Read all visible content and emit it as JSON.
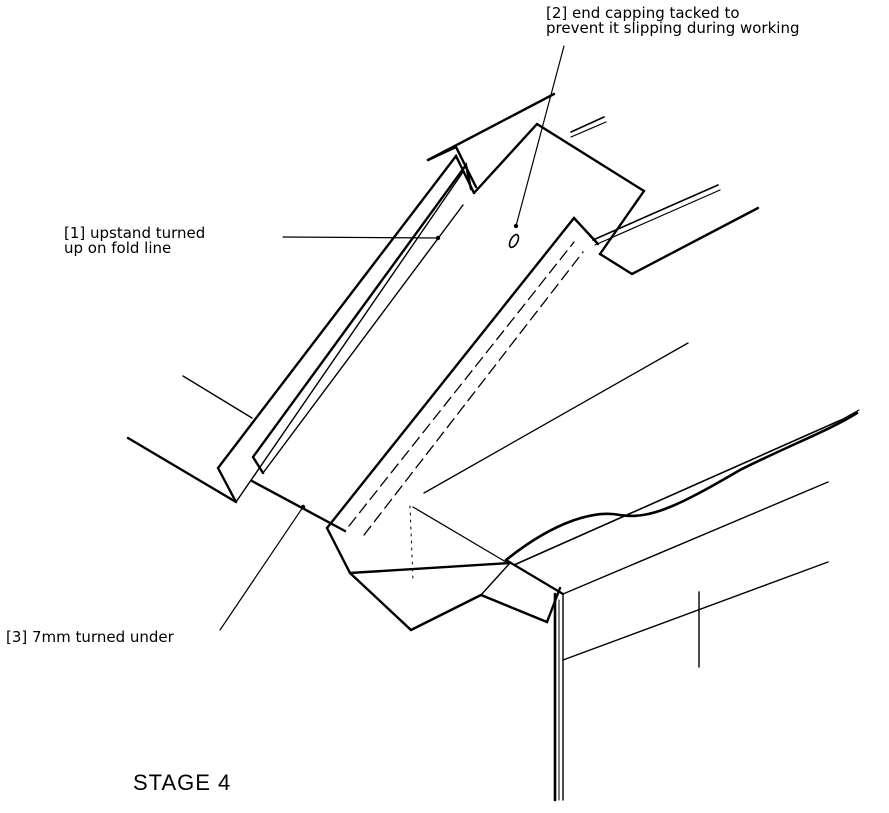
{
  "annotations": {
    "a2": {
      "line1": "[2]  end capping tacked to",
      "line2": "prevent it slipping during working"
    },
    "a1": {
      "line1": "[1]  upstand turned",
      "line2": "up on fold line"
    },
    "a3": {
      "line1": "[3]  7mm turned under"
    }
  },
  "stage_label": "STAGE 4",
  "colors": {
    "ink": "#000000",
    "paper": "#ffffff"
  }
}
